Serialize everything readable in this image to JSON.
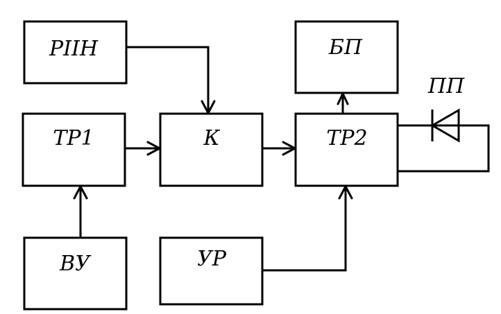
{
  "blocks": {
    "riin": "РІІН",
    "tr1": "ТР1",
    "vu": "ВУ",
    "k": "К",
    "ur": "УР",
    "bp": "БП",
    "tr2": "ТР2"
  },
  "diode_label": "ПП",
  "connections": [
    {
      "from": "riin",
      "to": "k"
    },
    {
      "from": "tr1",
      "to": "k"
    },
    {
      "from": "vu",
      "to": "tr1"
    },
    {
      "from": "k",
      "to": "tr2"
    },
    {
      "from": "ur",
      "to": "tr2"
    },
    {
      "from": "tr2",
      "to": "bp"
    },
    {
      "from": "tr2",
      "to": "diode"
    }
  ]
}
